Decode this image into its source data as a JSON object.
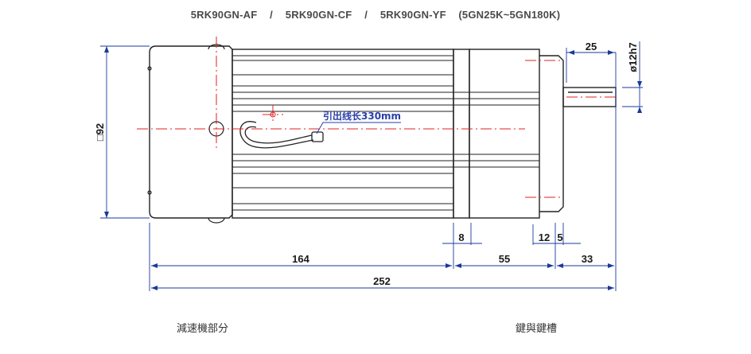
{
  "title": {
    "model_a": "5RK90GN-AF",
    "model_c": "5RK90GN-CF",
    "model_y": "5RK90GN-YF",
    "separator": "/",
    "gear_range": "(5GN25K~5GN180K)"
  },
  "dimensions": {
    "square": "□92",
    "key_length": "25",
    "shaft_dia": "ø12h7",
    "flange_8": "8",
    "d12": "12",
    "d5": "5",
    "motor_len": "164",
    "gear_len": "55",
    "shaft_len": "33",
    "total_len": "252"
  },
  "note": "引出线长330mm",
  "captions": {
    "left": "減速機部分",
    "right": "鍵與鍵槽"
  },
  "colors": {
    "outline": "#222222",
    "center": "#e02020",
    "note": "#2a3fa8"
  }
}
